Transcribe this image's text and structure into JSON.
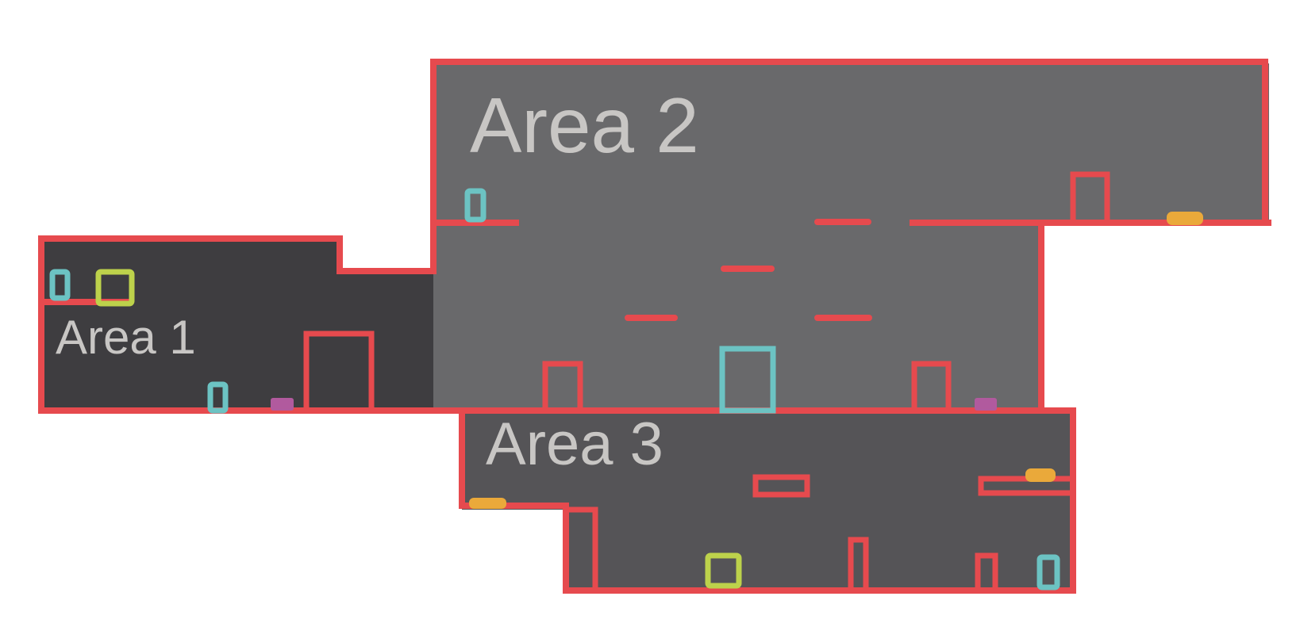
{
  "level_map": {
    "areas": [
      {
        "label": "Area 1"
      },
      {
        "label": "Area 2"
      },
      {
        "label": "Area 3"
      }
    ]
  },
  "colors": {
    "background": "#ffffff",
    "wall": "#e64a4e",
    "area_1_fill": "#3e3d40",
    "area_2_fill": "#69696b",
    "area_3_fill": "#555457",
    "label": "#c8c6c4",
    "cyan_marker": "#6cc3c3",
    "lime_marker": "#bdd24b",
    "magenta_marker": "#b15a9e",
    "orange_marker": "#eaa93a"
  }
}
